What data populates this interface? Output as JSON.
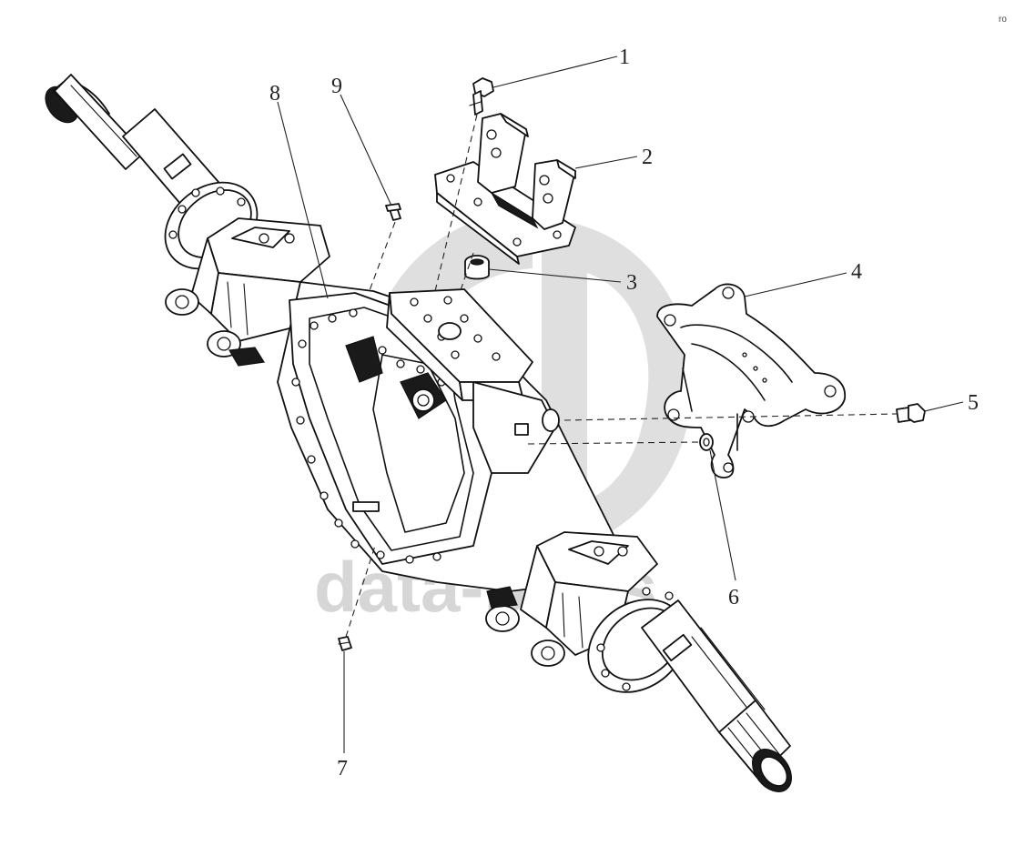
{
  "watermark": {
    "text": "data-parts"
  },
  "corner_mark": "ro",
  "callouts": [
    {
      "id": "1",
      "label": "1"
    },
    {
      "id": "2",
      "label": "2"
    },
    {
      "id": "3",
      "label": "3"
    },
    {
      "id": "4",
      "label": "4"
    },
    {
      "id": "5",
      "label": "5"
    },
    {
      "id": "6",
      "label": "6"
    },
    {
      "id": "7",
      "label": "7"
    },
    {
      "id": "8",
      "label": "8"
    },
    {
      "id": "9",
      "label": "9"
    }
  ],
  "parts": [
    {
      "callout": "1",
      "icon": "bolt-icon"
    },
    {
      "callout": "2",
      "icon": "upper-bracket-icon"
    },
    {
      "callout": "3",
      "icon": "bushing-icon"
    },
    {
      "callout": "4",
      "icon": "side-bracket-icon"
    },
    {
      "callout": "5",
      "icon": "bolt-icon"
    },
    {
      "callout": "6",
      "icon": "nut-icon"
    },
    {
      "callout": "7",
      "icon": "plug-icon"
    },
    {
      "callout": "8",
      "icon": "axle-housing-icon"
    },
    {
      "callout": "9",
      "icon": "breather-icon"
    }
  ]
}
